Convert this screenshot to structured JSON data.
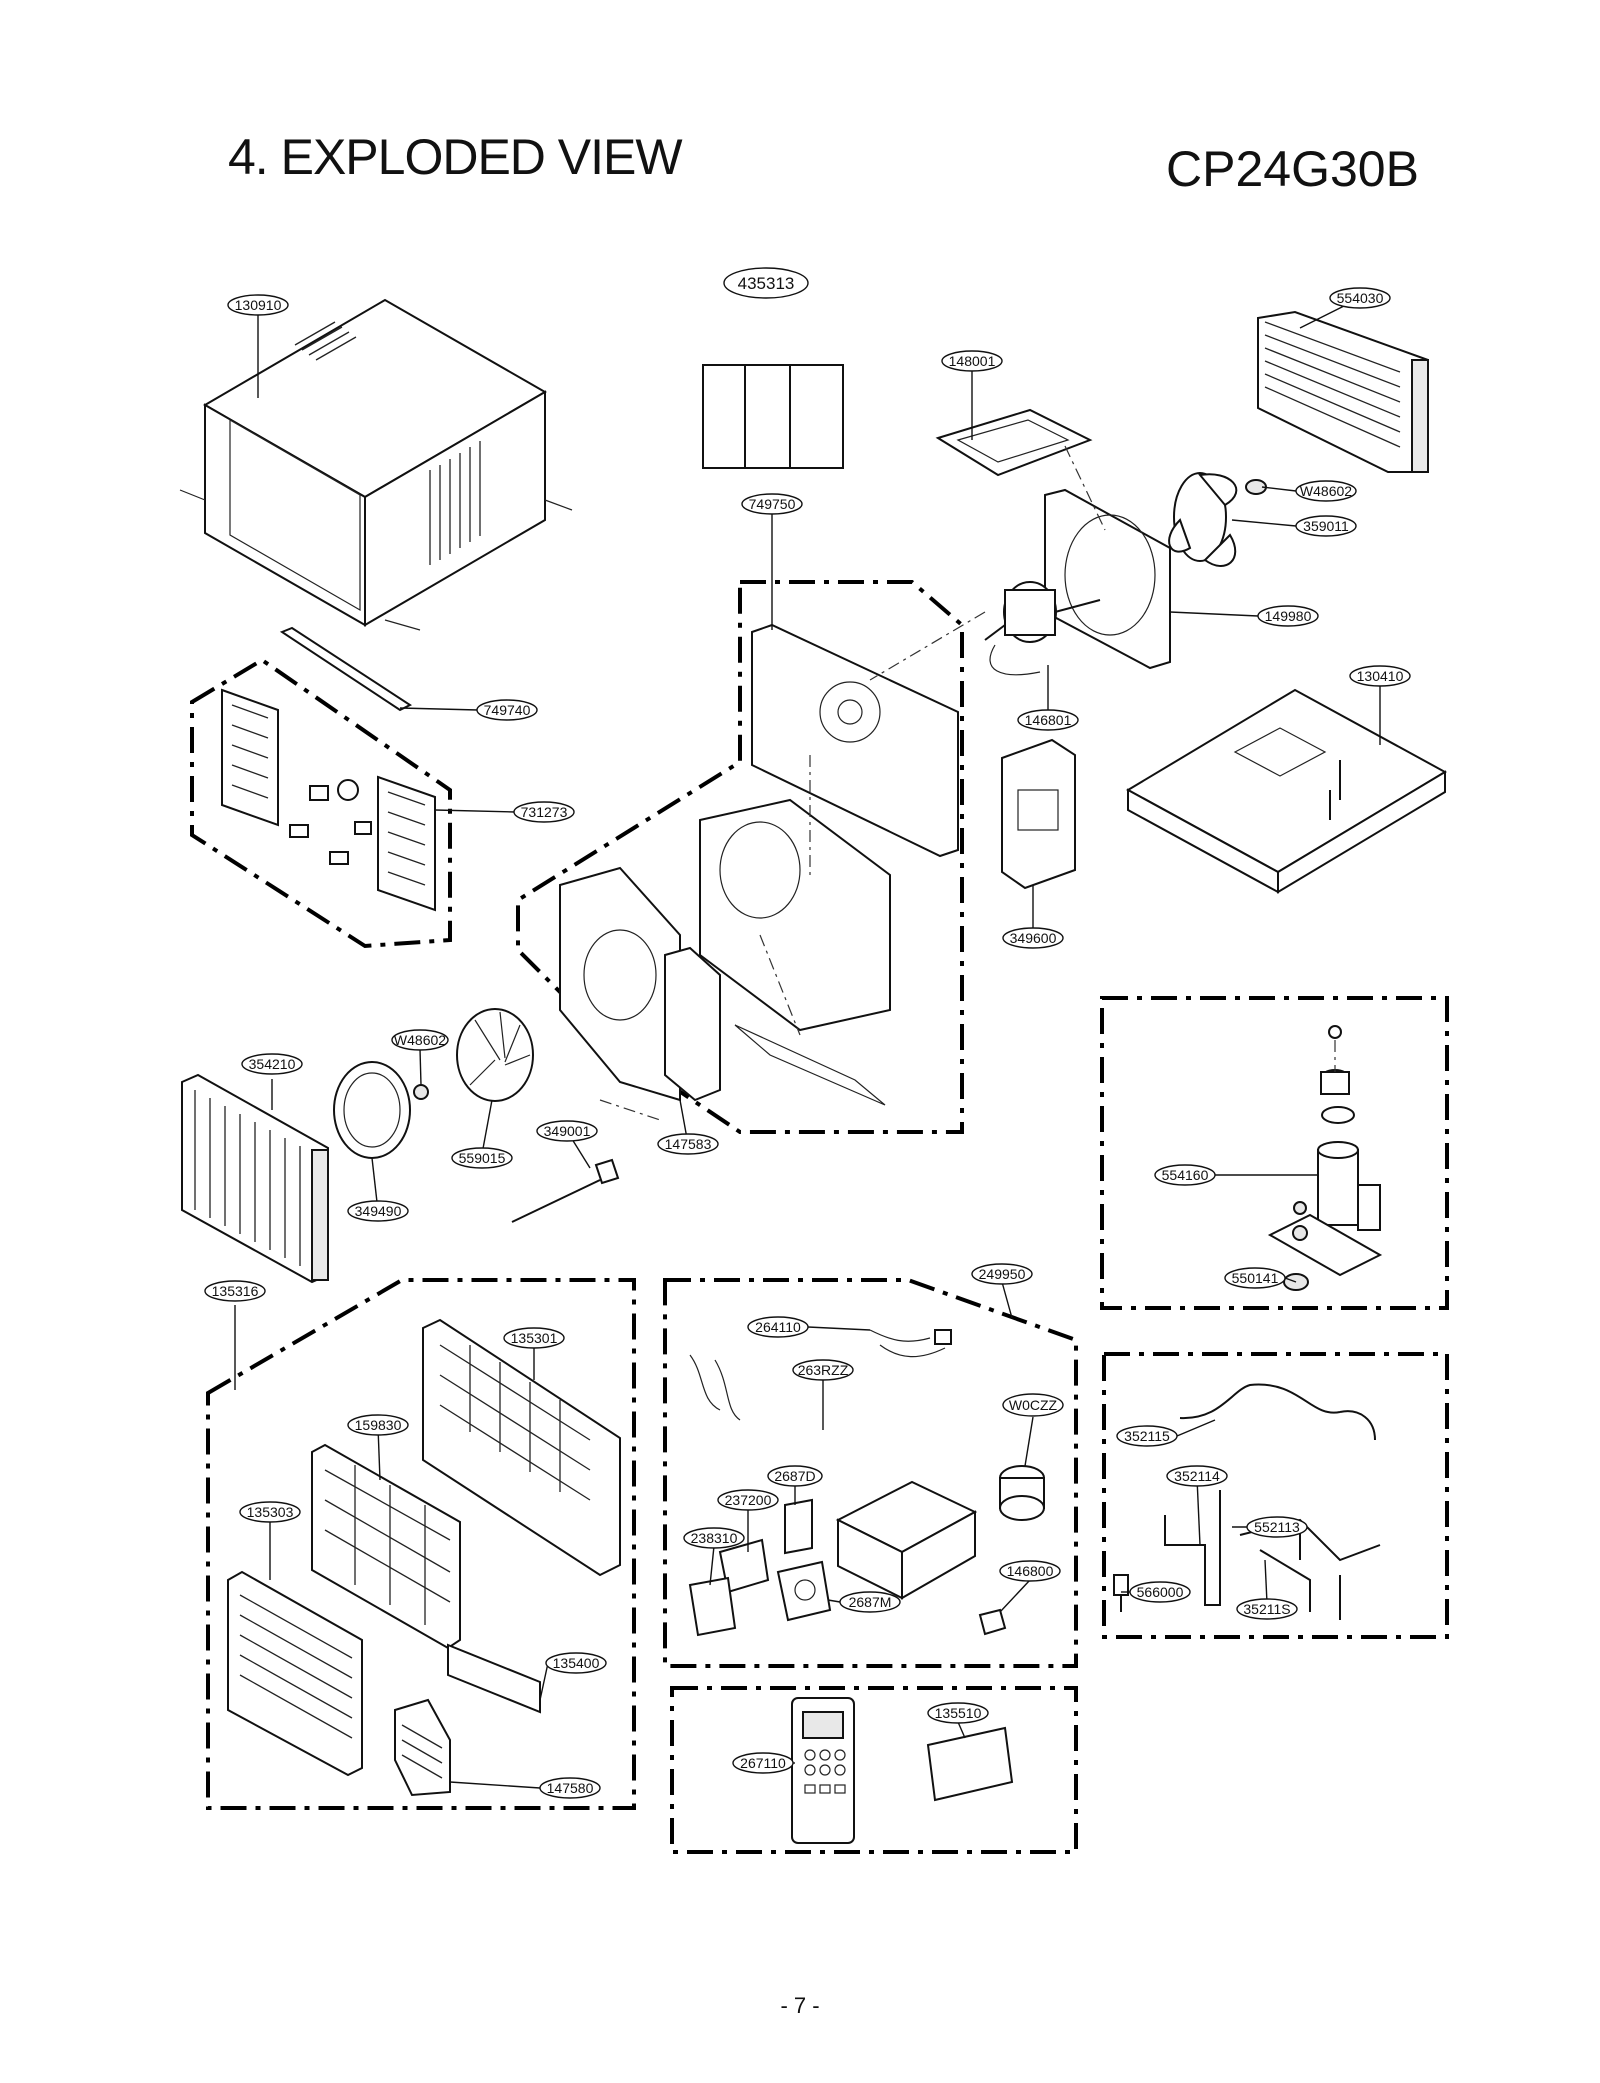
{
  "header": {
    "title": "4. EXPLODED VIEW",
    "model": "CP24G30B"
  },
  "footer": {
    "page_number": "- 7 -"
  },
  "callouts": [
    {
      "id": "c130910",
      "label": "130910"
    },
    {
      "id": "c435313",
      "label": "435313"
    },
    {
      "id": "c554030",
      "label": "554030"
    },
    {
      "id": "c148001",
      "label": "148001"
    },
    {
      "id": "cW48602a",
      "label": "W48602"
    },
    {
      "id": "c359011",
      "label": "359011"
    },
    {
      "id": "c749750",
      "label": "749750"
    },
    {
      "id": "c149980",
      "label": "149980"
    },
    {
      "id": "c749740",
      "label": "749740"
    },
    {
      "id": "c130410",
      "label": "130410"
    },
    {
      "id": "c146801",
      "label": "146801"
    },
    {
      "id": "c731273",
      "label": "731273"
    },
    {
      "id": "c349600",
      "label": "349600"
    },
    {
      "id": "cW48602b",
      "label": "W48602"
    },
    {
      "id": "c354210",
      "label": "354210"
    },
    {
      "id": "c349001",
      "label": "349001"
    },
    {
      "id": "c147583",
      "label": "147583"
    },
    {
      "id": "c559015",
      "label": "559015"
    },
    {
      "id": "c554160",
      "label": "554160"
    },
    {
      "id": "c349490",
      "label": "349490"
    },
    {
      "id": "c550141",
      "label": "550141"
    },
    {
      "id": "c135316",
      "label": "135316"
    },
    {
      "id": "c249950",
      "label": "249950"
    },
    {
      "id": "c135301",
      "label": "135301"
    },
    {
      "id": "c264110",
      "label": "264110"
    },
    {
      "id": "c263RZZ",
      "label": "263RZZ"
    },
    {
      "id": "cW0CZZ",
      "label": "W0CZZ"
    },
    {
      "id": "c159830",
      "label": "159830"
    },
    {
      "id": "c352115",
      "label": "352115"
    },
    {
      "id": "c2687D",
      "label": "2687D"
    },
    {
      "id": "c352114",
      "label": "352114"
    },
    {
      "id": "c237200",
      "label": "237200"
    },
    {
      "id": "c135303",
      "label": "135303"
    },
    {
      "id": "c552113",
      "label": "552113"
    },
    {
      "id": "c238310",
      "label": "238310"
    },
    {
      "id": "c146800",
      "label": "146800"
    },
    {
      "id": "c566000",
      "label": "566000"
    },
    {
      "id": "c35211S",
      "label": "35211S"
    },
    {
      "id": "c2687M",
      "label": "2687M"
    },
    {
      "id": "c135400",
      "label": "135400"
    },
    {
      "id": "c135510",
      "label": "135510"
    },
    {
      "id": "c267110",
      "label": "267110"
    },
    {
      "id": "c147580",
      "label": "147580"
    }
  ]
}
